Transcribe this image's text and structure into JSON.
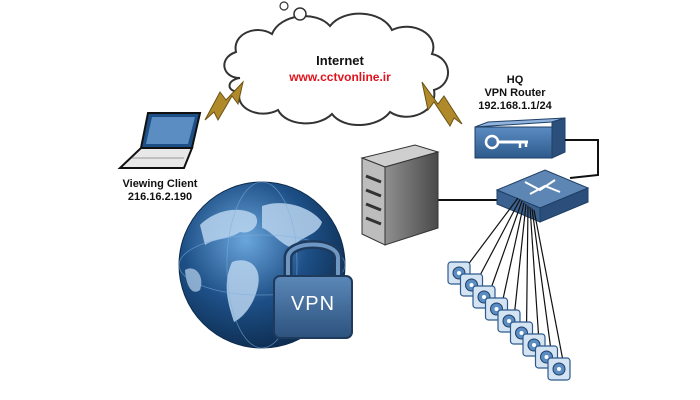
{
  "internet": {
    "label": "Internet",
    "url": "www.cctvonline.ir"
  },
  "hq": {
    "site": "HQ",
    "device": "VPN Router",
    "ip": "192.168.1.1/24"
  },
  "client": {
    "name": "Viewing Client",
    "ip": "216.16.2.190"
  },
  "globe": {
    "lock_text": "VPN"
  },
  "colors": {
    "router_blue": "#3f6fa3",
    "lightning_gold": "#b08a2a",
    "globe_blue": "#1d4f86",
    "url_red": "#e0141e"
  },
  "icons": [
    "cloud-icon",
    "laptop-icon",
    "router-icon",
    "server-icon",
    "switch-icon",
    "camera-icon",
    "globe-icon",
    "padlock-icon",
    "lightning-icon"
  ],
  "camera_count": 9
}
